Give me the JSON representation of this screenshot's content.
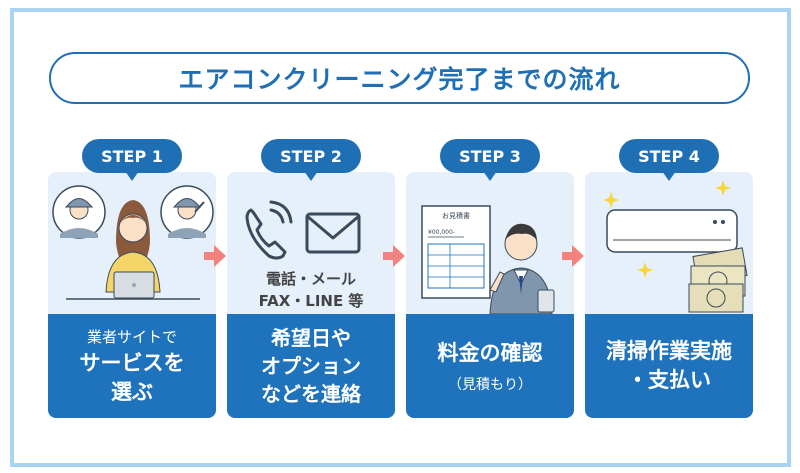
{
  "title": "エアコンクリーニング完了までの流れ",
  "steps": [
    {
      "badge": "STEP 1",
      "line1": "業者サイトで",
      "line2": "サービスを",
      "line3": "選ぶ"
    },
    {
      "badge": "STEP 2",
      "icon_text_1": "電話・メール",
      "icon_text_2": "FAX・LINE 等",
      "line1": "希望日や",
      "line2": "オプション",
      "line3": "などを連絡"
    },
    {
      "badge": "STEP 3",
      "doc_title": "お見積書",
      "doc_amount": "¥00,000-",
      "line1": "料金の確認",
      "line2": "（見積もり）"
    },
    {
      "badge": "STEP 4",
      "line1": "清掃作業実施",
      "line2": "・支払い"
    }
  ],
  "colors": {
    "primary": "#1f73bc",
    "card_bg": "#e5f0fb",
    "arrow": "#f4837f",
    "frame": "#a9d3ee"
  }
}
